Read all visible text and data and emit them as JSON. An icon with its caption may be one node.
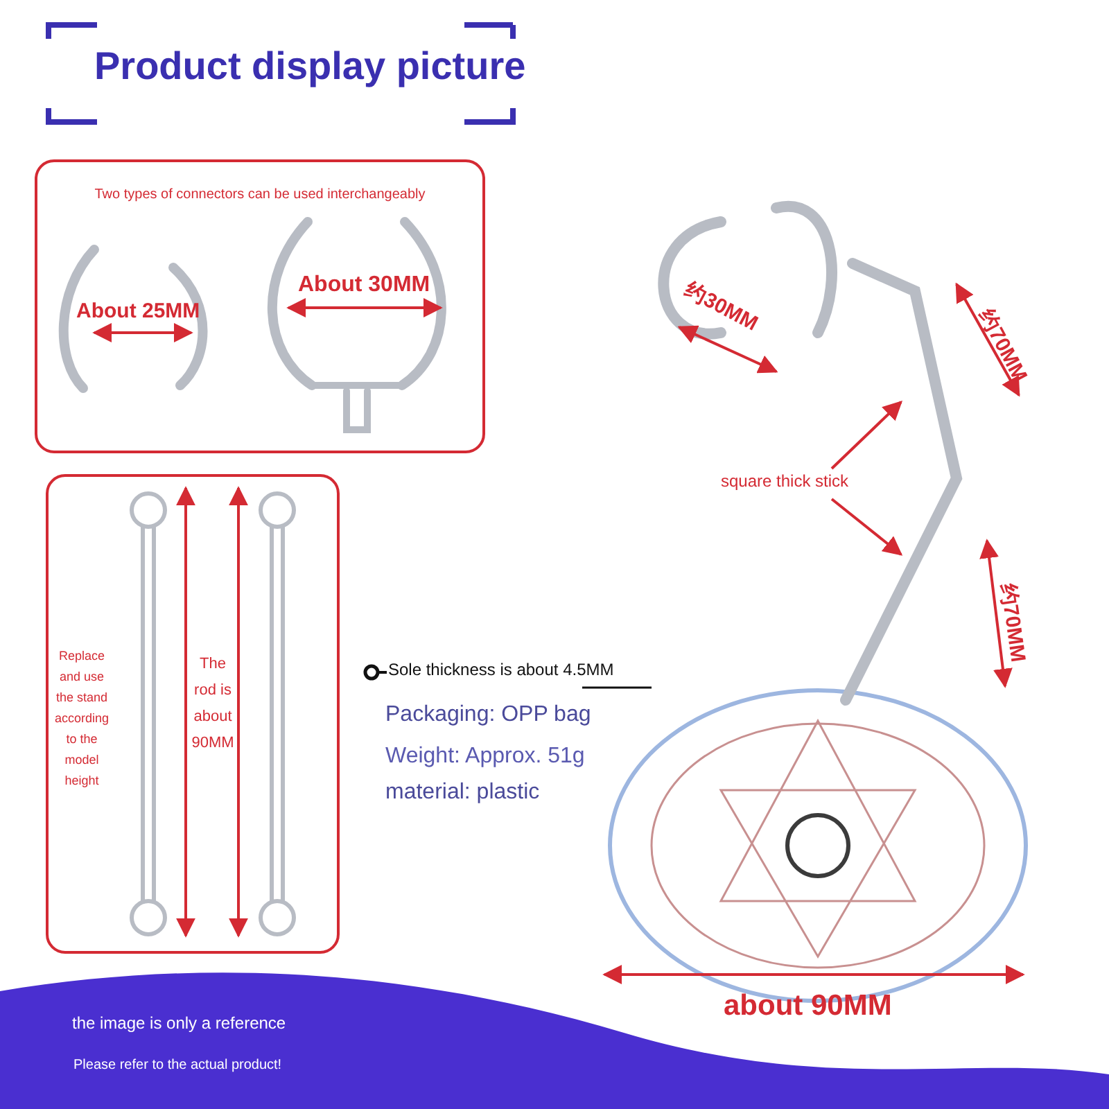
{
  "diagram": {
    "title": "Product display picture",
    "nodes": [
      {
        "text": [
          "Two types of connectors can be used interchangeably"
        ]
      },
      {
        "text": [
          "Replace and use the stand according to the model height"
        ]
      },
      {
        "text": [
          "square thick stick"
        ]
      },
      {
        "text": [
          "Sole thickness is about 4.5MM"
        ]
      }
    ],
    "edges": [
      {
        "from": 2,
        "to": null,
        "arrow": "to"
      },
      {
        "from": 2,
        "to": null,
        "arrow": "to"
      },
      {
        "from": 3,
        "to": null,
        "arrow": "other",
        "color": "#111111"
      }
    ],
    "labels": [
      "About 25MM",
      "About 30MM",
      "The rod is about 90MM",
      "约30MM",
      "约70MM",
      "约70MM",
      "Packaging: OPP bag",
      "Weight: Approx. 51g",
      "material: plastic",
      "about 90MM",
      "the image is only a reference",
      "Please refer to the actual product!"
    ]
  }
}
